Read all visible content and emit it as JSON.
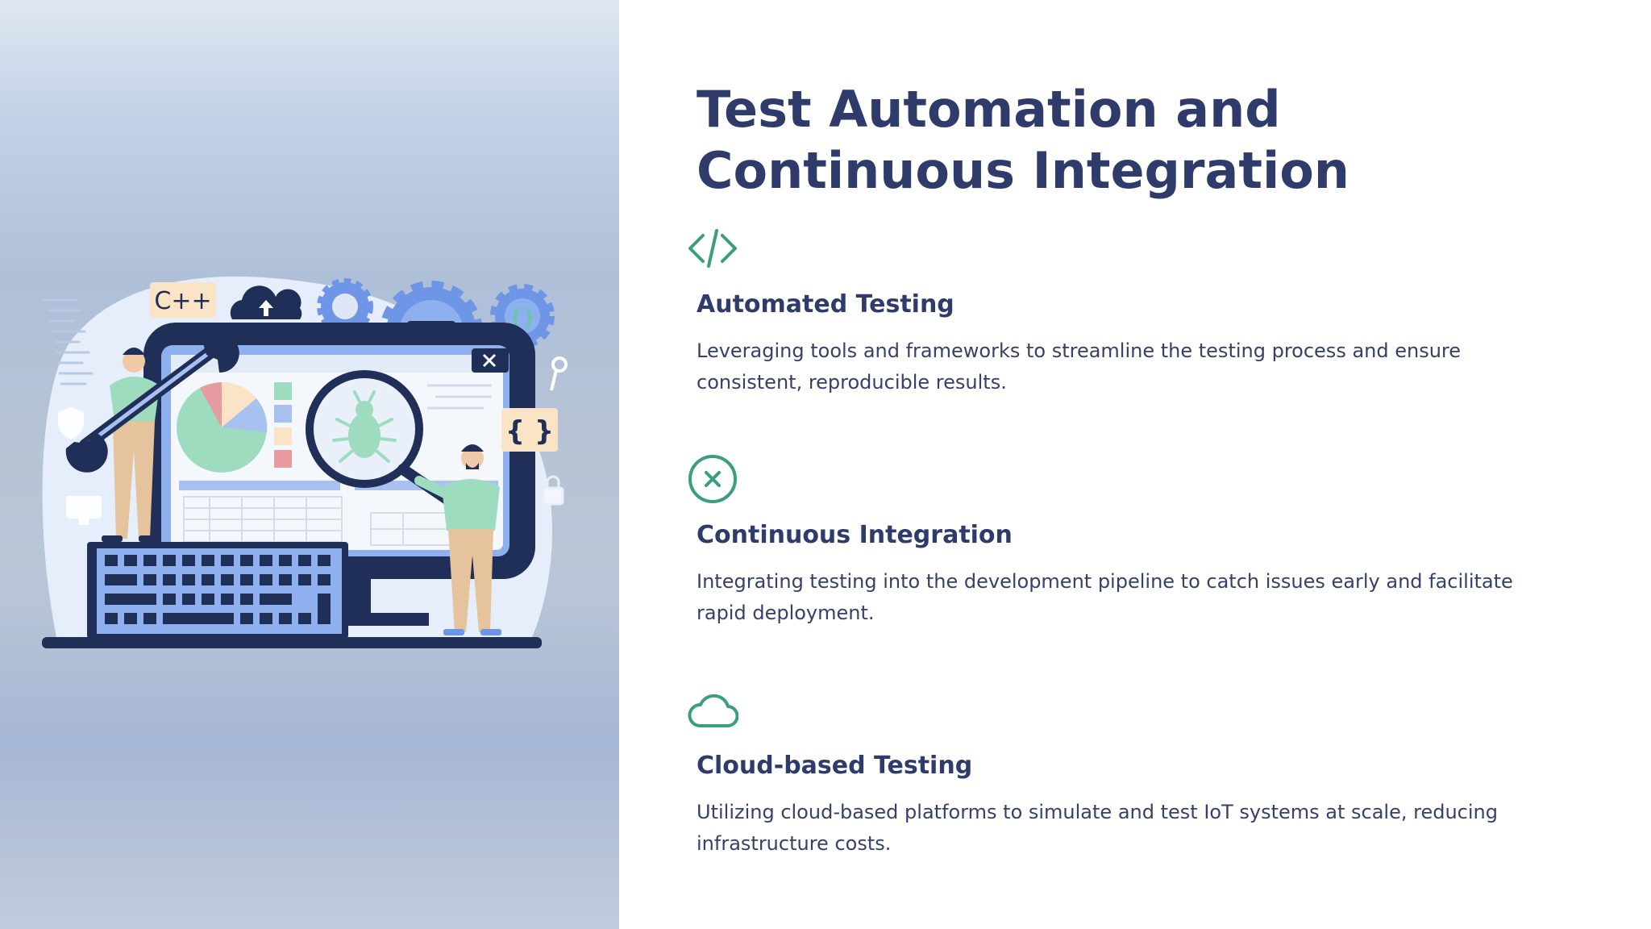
{
  "slide": {
    "title": "Test Automation and Continuous Integration",
    "illustration": {
      "label_cpp": "C++",
      "label_braces": "{ }",
      "label_code": "</>",
      "label_gear_braces": "{}"
    },
    "features": [
      {
        "icon": "code-brackets-icon",
        "title": "Automated Testing",
        "text": "Leveraging tools and frameworks to streamline the testing process and ensure consistent, reproducible results."
      },
      {
        "icon": "circle-x-icon",
        "title": "Continuous Integration",
        "text": "Integrating testing into the development pipeline to catch issues early and facilitate rapid deployment."
      },
      {
        "icon": "cloud-icon",
        "title": "Cloud-based Testing",
        "text": "Utilizing cloud-based platforms to simulate and test IoT systems at scale, reducing infrastructure costs."
      }
    ],
    "colors": {
      "heading": "#2f3b6b",
      "body_text": "#36406a",
      "icon_accent": "#3b9e7c",
      "illustration_navy": "#1f2f57",
      "illustration_blue": "#8fb0ef",
      "illustration_mint": "#9edcc0"
    }
  }
}
